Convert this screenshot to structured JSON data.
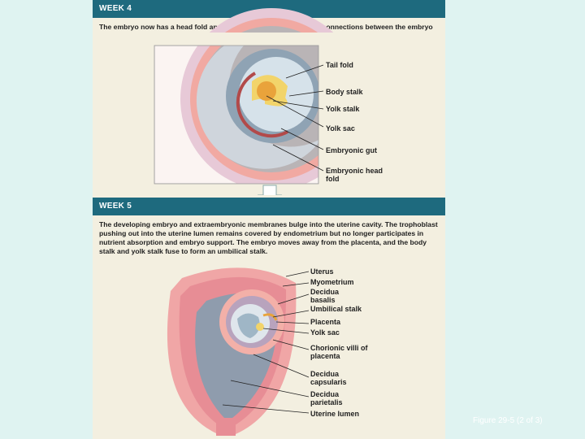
{
  "week4": {
    "heading": "WEEK 4",
    "caption": "The embryo now has a head fold and a tail fold. Constriction of the connections between the embryo and the surrounding trophoblast narrows the yolk stalk and body stalk.",
    "labels": {
      "tail_fold": "Tail fold",
      "body_stalk": "Body stalk",
      "yolk_stalk": "Yolk stalk",
      "yolk_sac": "Yolk sac",
      "embryonic_gut": "Embryonic gut",
      "head_fold": "Embryonic head fold"
    }
  },
  "week5": {
    "heading": "WEEK 5",
    "caption": "The developing embryo and extraembryonic membranes bulge into the uterine cavity. The trophoblast pushing out into the uterine lumen remains covered by endometrium but no longer participates in nutrient absorption and embryo support. The embryo moves away from the placenta, and the body stalk and yolk stalk fuse to form an umbilical stalk.",
    "labels": {
      "uterus": "Uterus",
      "myometrium": "Myometrium",
      "decidua_basalis": "Decidua basalis",
      "umbilical_stalk": "Umbilical stalk",
      "placenta": "Placenta",
      "yolk_sac": "Yolk sac",
      "chorionic_villi": "Chorionic villi of placenta",
      "decidua_capsularis": "Decidua capsularis",
      "decidua_parietalis": "Decidua parietalis",
      "uterine_lumen": "Uterine lumen"
    }
  },
  "figure_ref": "Figure 29-5 (2 of 3)",
  "colors": {
    "header_bar": "#1e6a7e",
    "panel": "#f3efe0",
    "background": "#dff3f1",
    "tissue_pink": "#f0a6a6",
    "cavity_grey": "#8f9cad",
    "yolk": "#f2d46a"
  }
}
